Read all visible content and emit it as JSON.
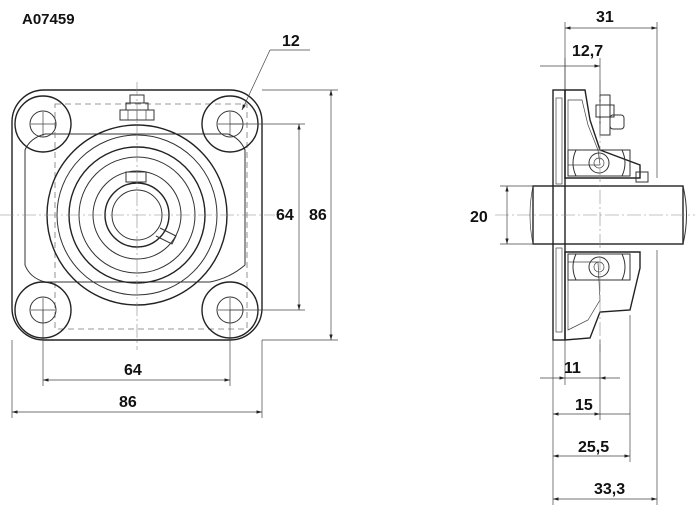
{
  "part_code": "A07459",
  "front_view": {
    "bolt_hole_dim": "12",
    "bolt_spacing_vertical": "64",
    "overall_height": "86",
    "bolt_spacing_horizontal": "64",
    "overall_width": "86"
  },
  "side_view": {
    "overall_length": "31",
    "flange_offset": "12,7",
    "shaft_diameter": "20",
    "dim_11": "11",
    "dim_15": "15",
    "dim_25_5": "25,5",
    "dim_33_3": "33,3"
  }
}
